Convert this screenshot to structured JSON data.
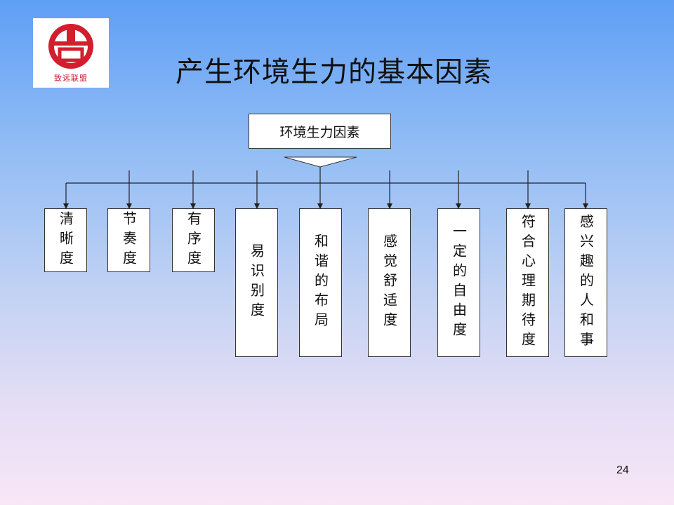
{
  "logo": {
    "text": "致远联盟",
    "color": "#c8102e"
  },
  "title": "产生环境生力的基本因素",
  "root": "环境生力因素",
  "factors": [
    "清晰度",
    "节奏度",
    "有序度",
    "易识别度",
    "和谐的布局",
    "感觉舒适度",
    "一定的自由度",
    "符合心理期待度",
    "感兴趣的人和事"
  ],
  "page_number": "24"
}
